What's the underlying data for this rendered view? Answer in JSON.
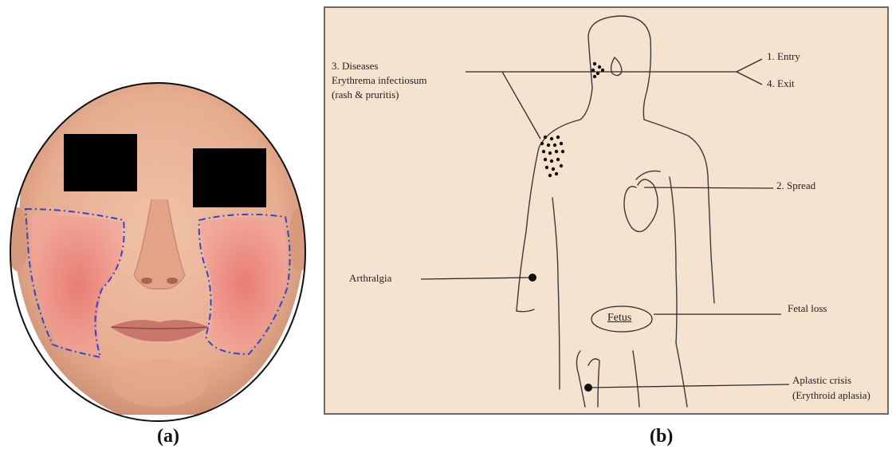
{
  "captions": {
    "a": "(a)",
    "b": "(b)"
  },
  "diagram": {
    "entry": "1. Entry",
    "exit": "4. Exit",
    "spread": "2. Spread",
    "diseases_title": "3. Diseases",
    "diseases_line2": "Erythrema infectiosum",
    "diseases_line3": "(rash & pruritis)",
    "arthralgia": "Arthralgia",
    "fetus": "Fetus",
    "fetal_loss": "Fetal loss",
    "aplastic_line1": "Aplastic crisis",
    "aplastic_line2": "(Erythroid aplasia)"
  },
  "colors": {
    "diagram_background": "#f5e3d0",
    "rash_marking": "#3b3fd0",
    "censor_bar": "#000000"
  }
}
